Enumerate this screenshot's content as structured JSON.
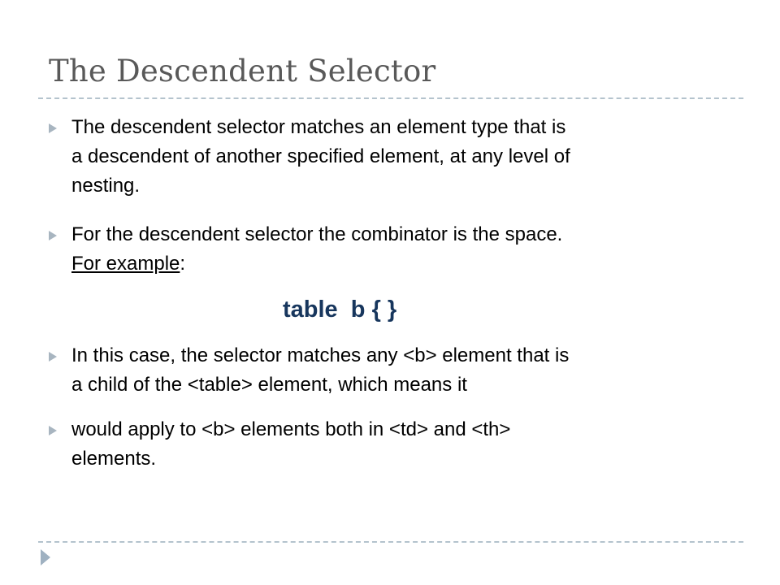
{
  "slide": {
    "title": "The Descendent Selector",
    "bullets": [
      {
        "lines": [
          "The descendent selector matches an element type that is",
          "a descendent of another specified element, at any level of",
          "nesting."
        ]
      },
      {
        "line1": "For the descendent selector the combinator is the space.",
        "example_link": "For example",
        "example_suffix": ":"
      },
      {
        "lines": [
          "In this case, the selector matches any <b> element that is",
          "a child of the <table> element, which means it"
        ]
      },
      {
        "lines": [
          "would apply to <b> elements both in <td> and <th>",
          "elements."
        ]
      }
    ],
    "code_example": "table  b { }"
  },
  "colors": {
    "title": "#595959",
    "code": "#17365d",
    "bullet": "#a8b5c0",
    "rule": "#b4c3cd"
  }
}
